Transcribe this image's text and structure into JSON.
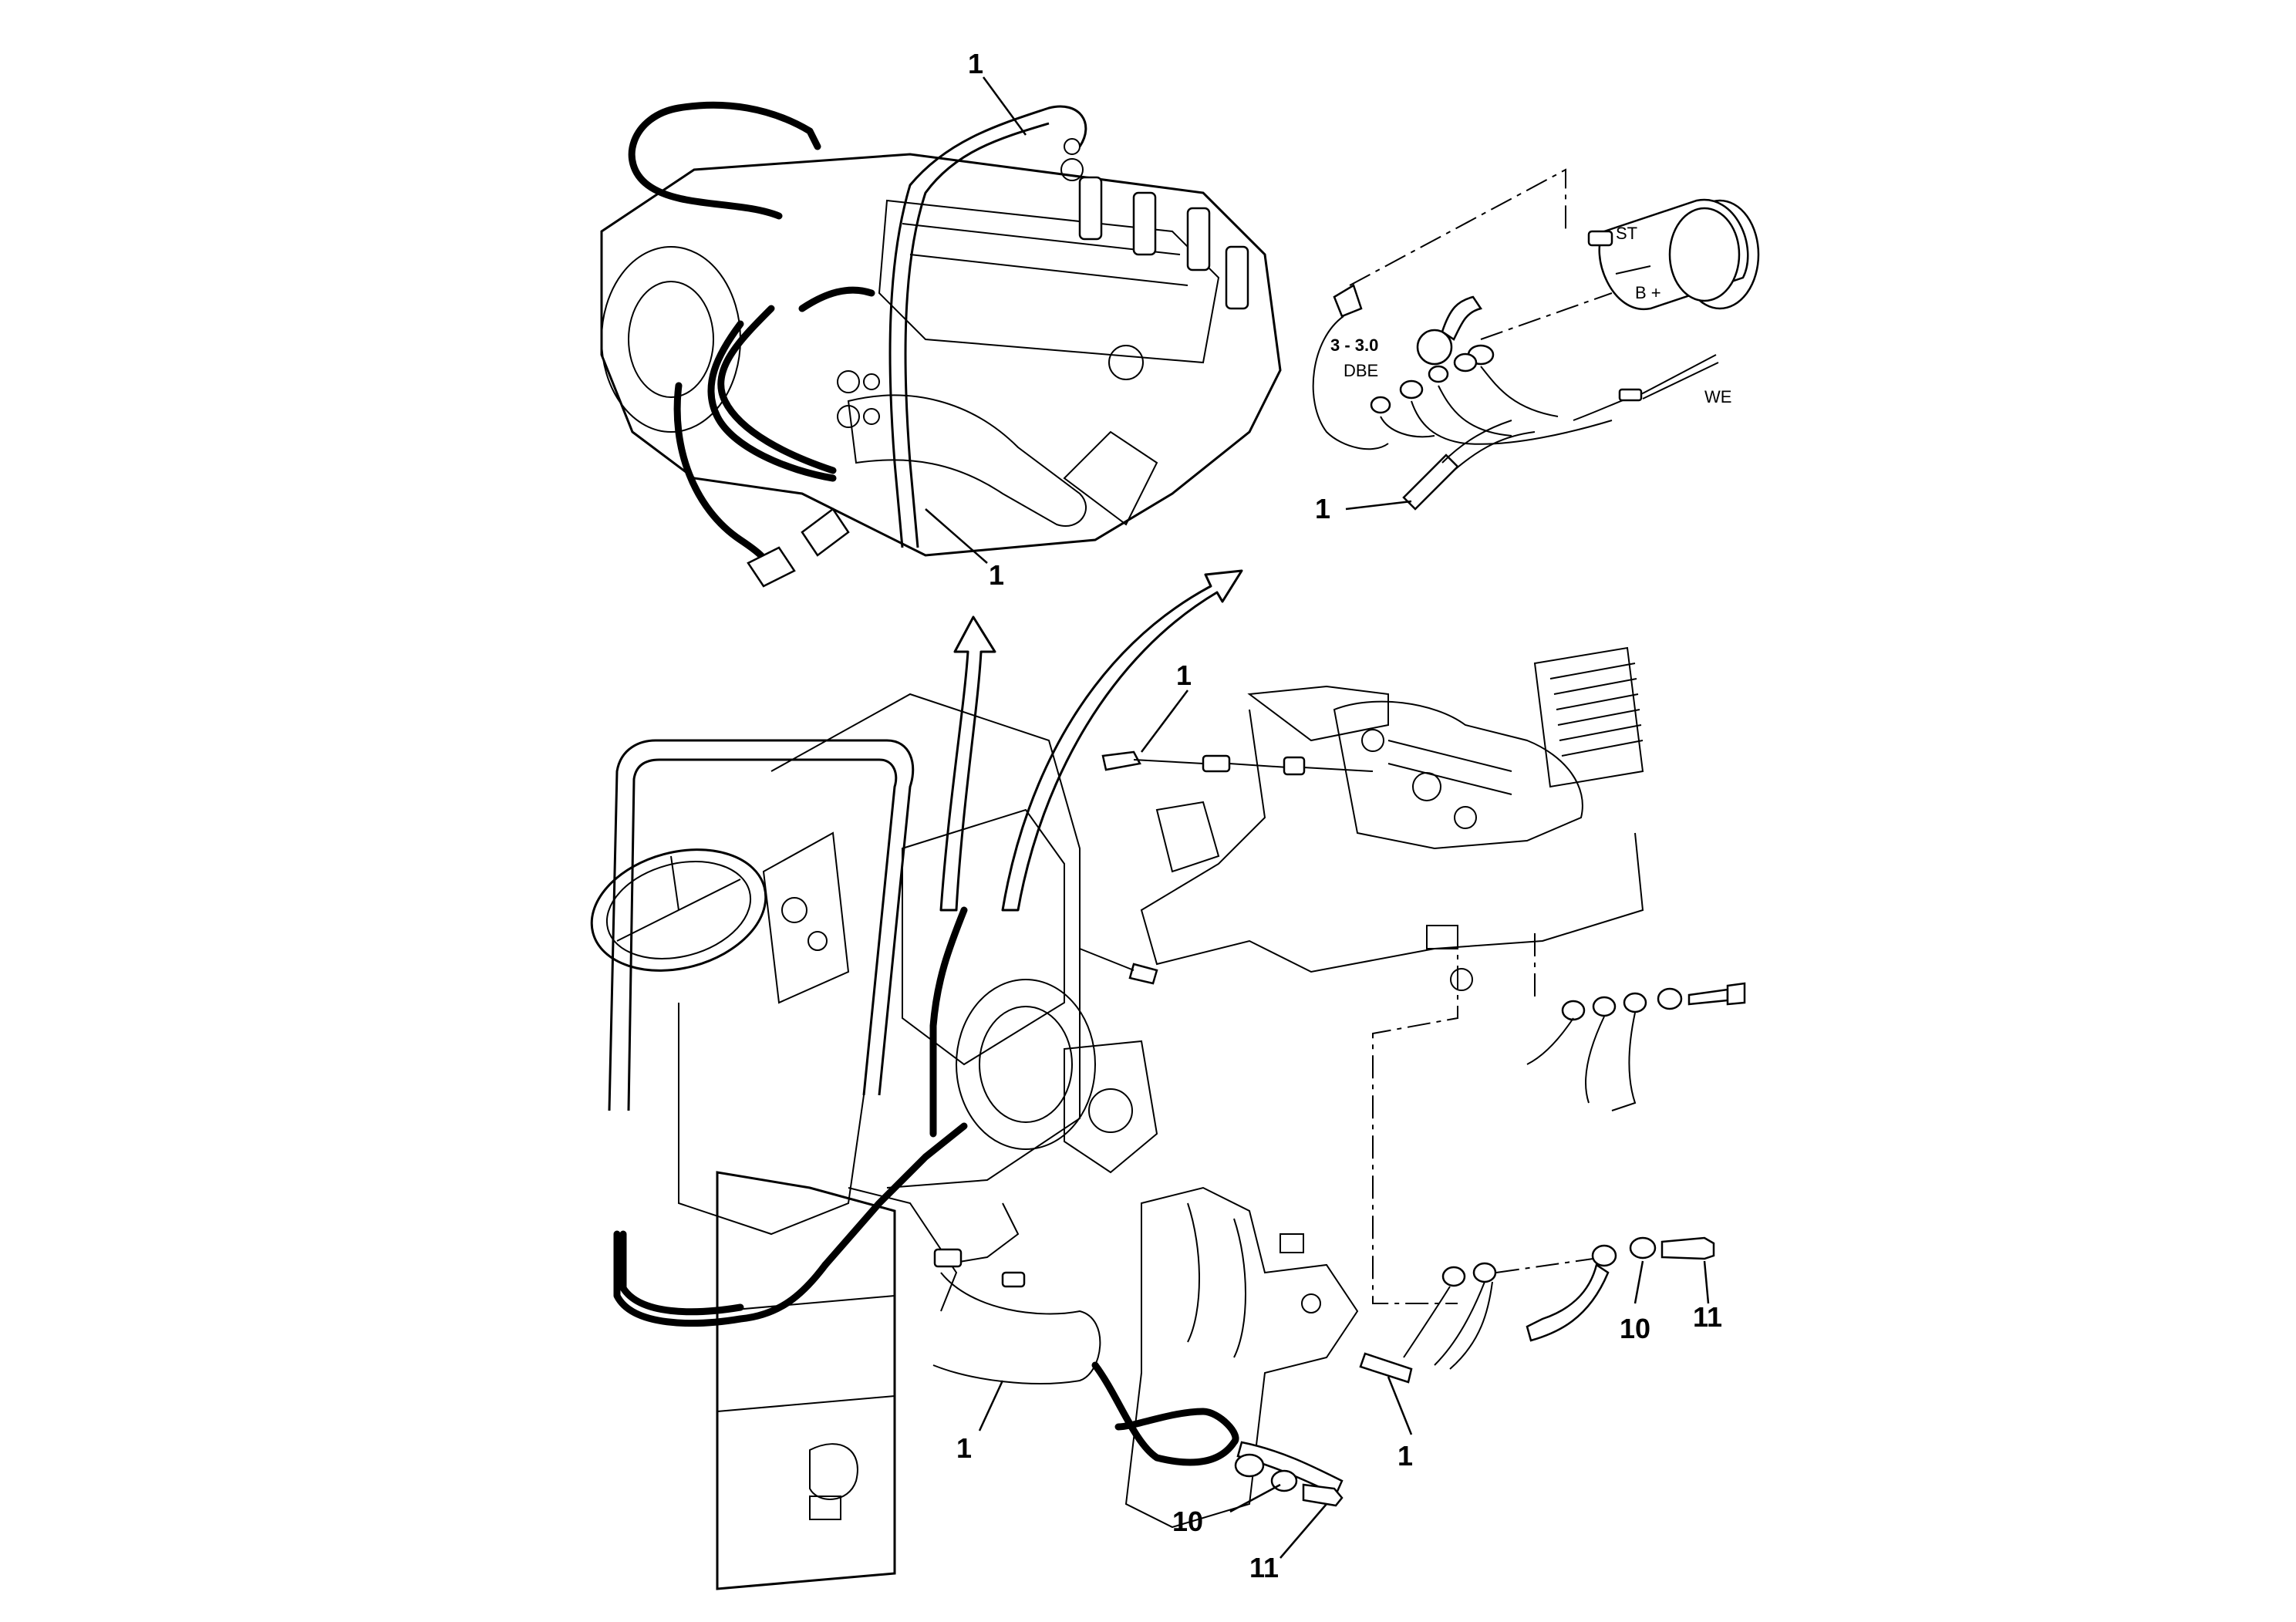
{
  "callouts": {
    "top_engine_cable": "1",
    "top_engine_ground": "1",
    "starter_cable": "1",
    "harness_right": "1",
    "chassis_cable": "1",
    "bottom_center_ground": "1",
    "bottom_center_washer": "10",
    "bottom_center_bolt": "11",
    "bottom_right_washer": "10",
    "bottom_right_bolt": "11"
  },
  "labels": {
    "starter_st": "ST",
    "starter_bplus": "B +",
    "torque_value": "3 - 3.0",
    "torque_unit": "DBE",
    "we_connector": "WE"
  }
}
